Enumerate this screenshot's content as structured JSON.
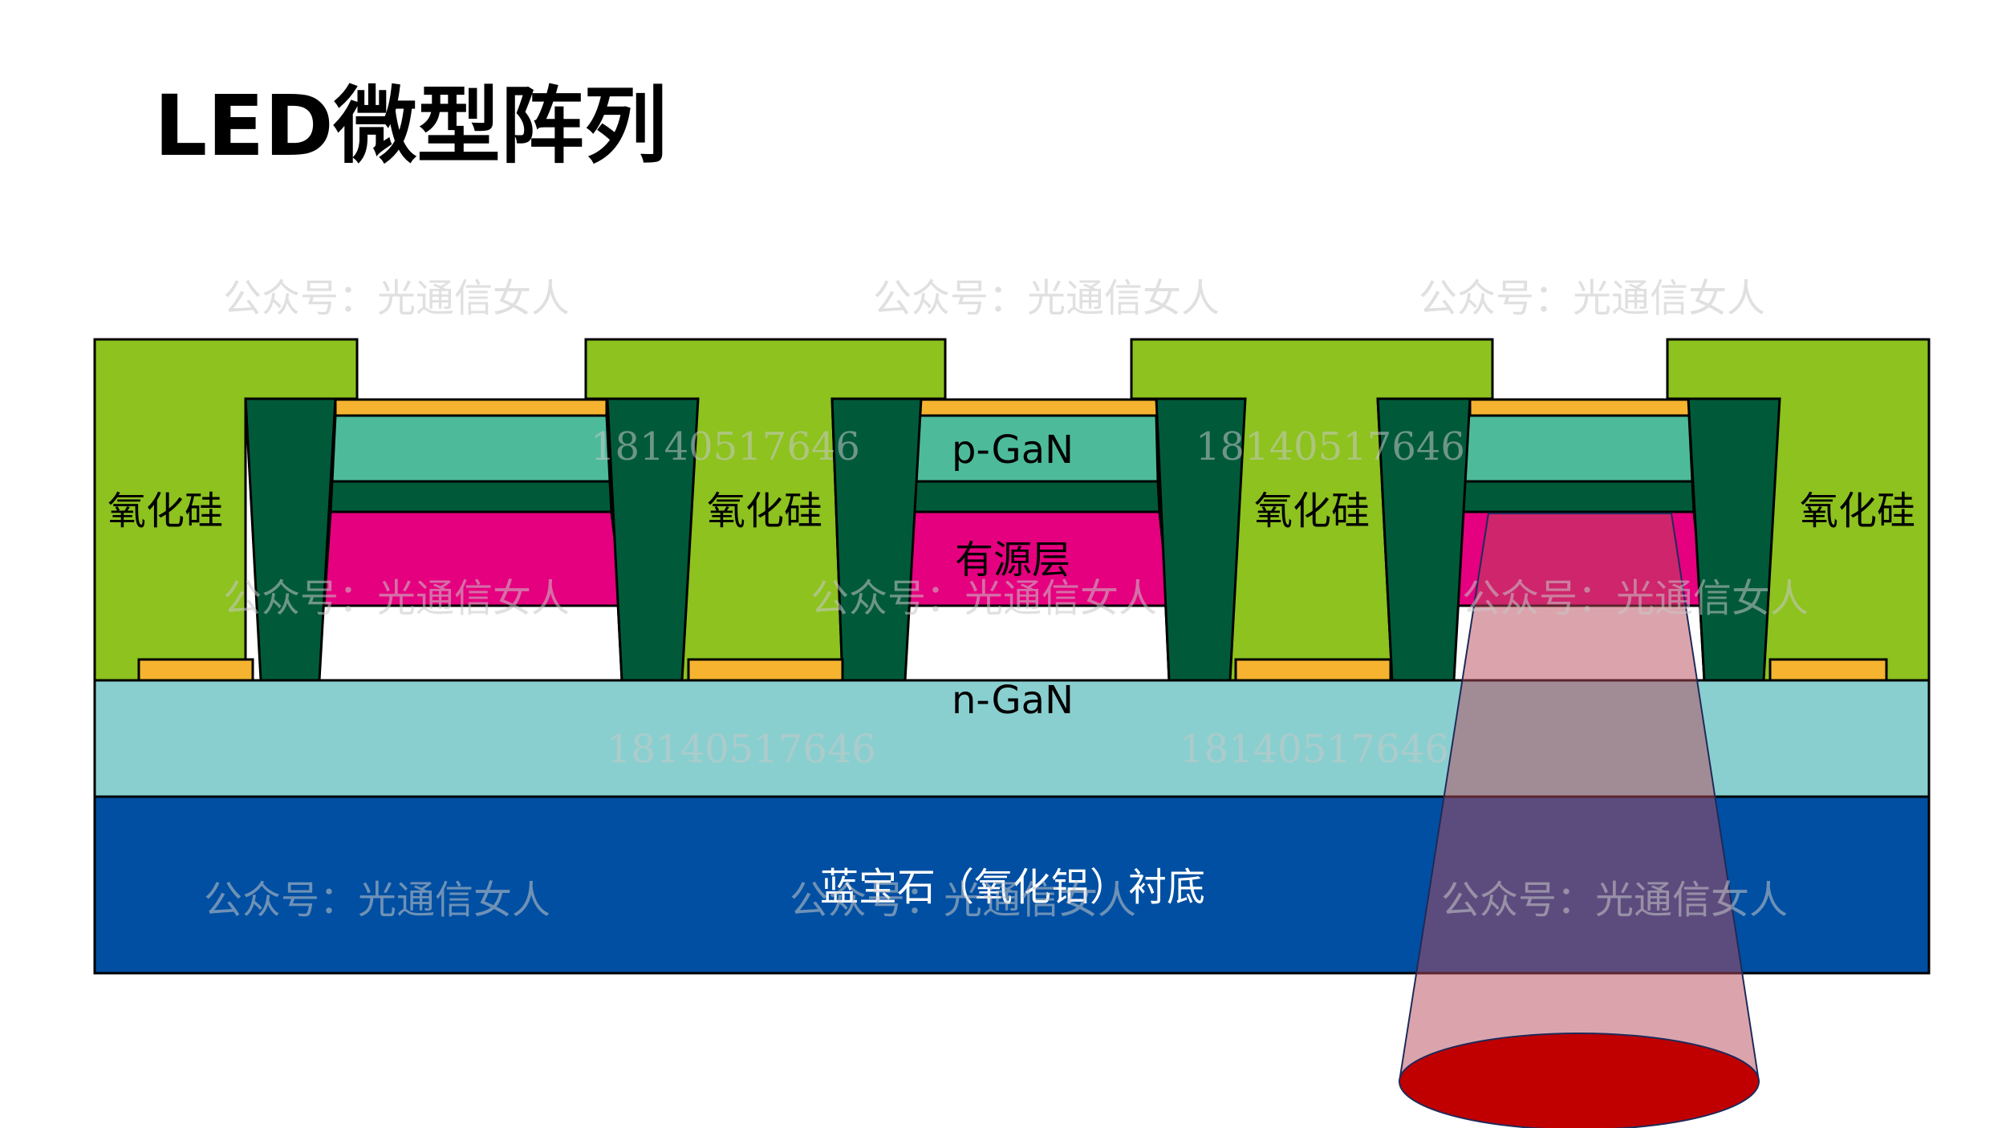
{
  "title": "LED微型阵列",
  "labels": {
    "oxide": "氧化硅",
    "p_gan": "p-GaN",
    "active_layer": "有源层",
    "n_gan": "n-GaN",
    "substrate": "蓝宝石（氧化铝）衬底"
  },
  "watermarks": {
    "account": "公众号：光通信女人",
    "phone": "18140517646"
  },
  "colors": {
    "oxide": "#8dc21f",
    "contact_metal": "#f5b330",
    "p_gan": "#4dbb9a",
    "dark_layer": "#005a3a",
    "active_layer": "#e5007f",
    "n_gan": "#8acfd0",
    "substrate": "#004fa2",
    "emission_cone": "#b84a5a",
    "emission_spot": "#c00000"
  }
}
